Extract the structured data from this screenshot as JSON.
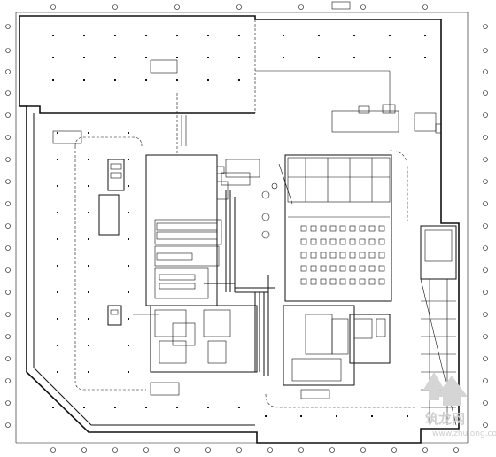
{
  "title_block": {
    "top_label": ""
  },
  "room_labels": [
    {
      "id": "r1",
      "text": ""
    },
    {
      "id": "r2",
      "text": ""
    },
    {
      "id": "r3",
      "text": ""
    },
    {
      "id": "r4",
      "text": ""
    },
    {
      "id": "r5",
      "text": ""
    },
    {
      "id": "r6",
      "text": ""
    }
  ],
  "watermark": {
    "main": "筑龙网",
    "sub": "www.zhulong.com"
  },
  "colors": {
    "line": "#111111",
    "background": "#ffffff",
    "watermark": "#cfcfcf"
  }
}
